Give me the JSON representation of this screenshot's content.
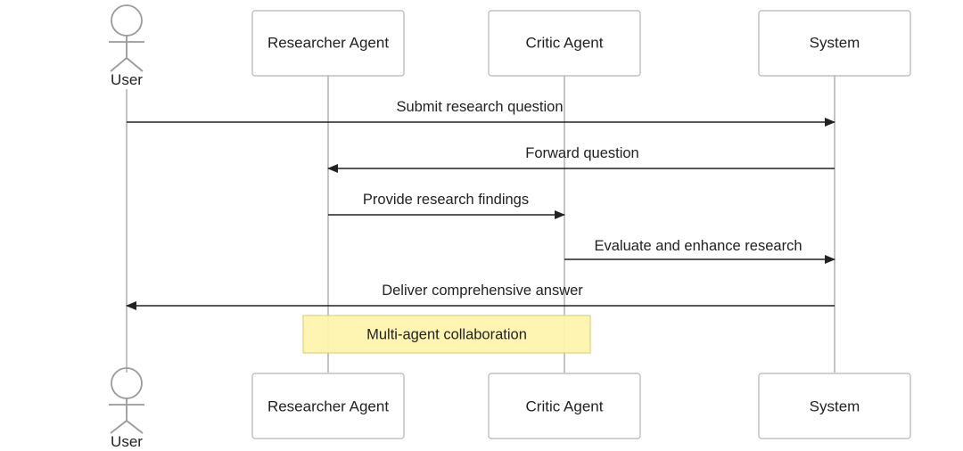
{
  "participants": {
    "user": {
      "label": "User"
    },
    "researcher": {
      "label": "Researcher Agent"
    },
    "critic": {
      "label": "Critic Agent"
    },
    "system": {
      "label": "System"
    }
  },
  "messages": [
    {
      "from": "user",
      "to": "system",
      "label": "Submit research question"
    },
    {
      "from": "system",
      "to": "researcher",
      "label": "Forward question"
    },
    {
      "from": "researcher",
      "to": "critic",
      "label": "Provide research findings"
    },
    {
      "from": "critic",
      "to": "system",
      "label": "Evaluate and enhance research"
    },
    {
      "from": "system",
      "to": "user",
      "label": "Deliver comprehensive answer"
    }
  ],
  "note": {
    "label": "Multi-agent collaboration"
  },
  "colors": {
    "note_fill": "#fff5ad",
    "lifeline": "#c4c4c4",
    "arrow": "#222222"
  }
}
